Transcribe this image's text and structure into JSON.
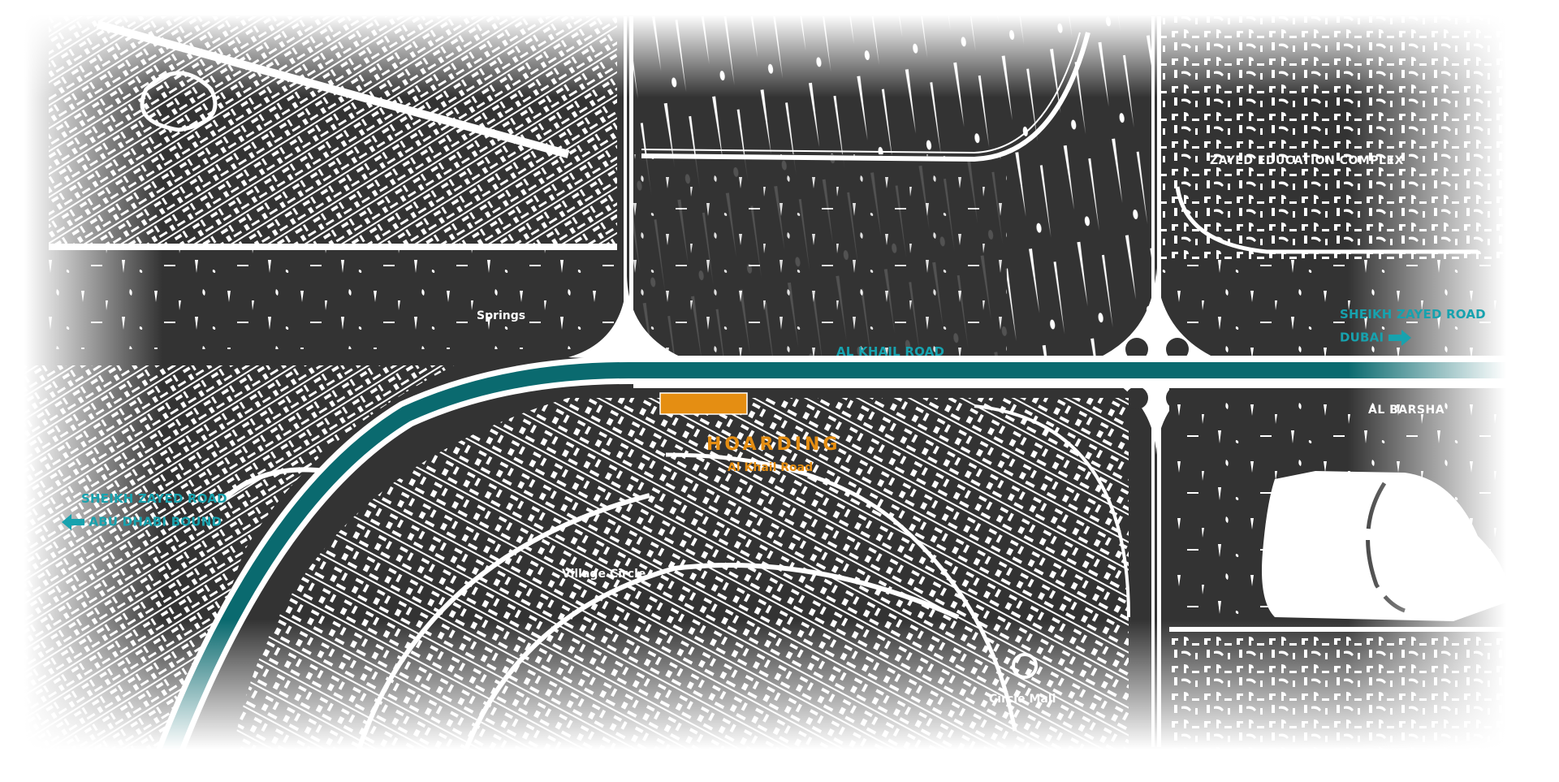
{
  "map": {
    "colors": {
      "land": "#333333",
      "streets": "#ffffff",
      "highway": "#0a6a6f",
      "label_teal": "#17a2ae",
      "hoarding": "#e58e12"
    },
    "roads": {
      "al_khail": "AL KHAIL ROAD"
    },
    "directions": {
      "east_line1": "SHEIKH ZAYED ROAD",
      "east_line2": "DUBAI",
      "east_arrow": "arrow-right",
      "west_line1": "SHEIKH ZAYED ROAD",
      "west_line2": "ABU DHABI BOUND",
      "west_arrow": "arrow-left"
    },
    "places": {
      "springs": "Springs",
      "zayed": "ZAYED EDUCATION COMPLEX",
      "al_barsha": "AL BARSHA",
      "village_circle": "Village Circle",
      "circle_mall": "Circle Mall"
    },
    "hoarding": {
      "title": "HOARDING",
      "subtitle": "Al Khail Road"
    }
  }
}
